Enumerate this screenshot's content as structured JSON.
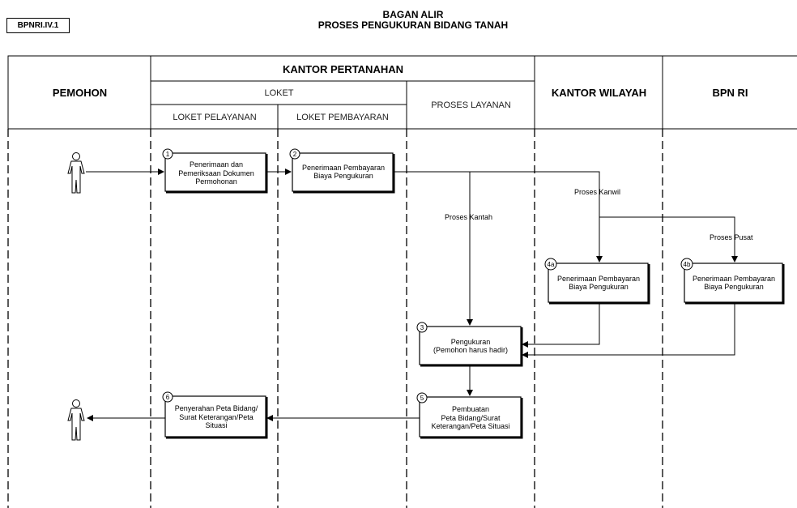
{
  "doc_code": "BPNRI.IV.1",
  "title_line1": "BAGAN ALIR",
  "title_line2": "PROSES PENGUKURAN BIDANG TANAH",
  "header": {
    "pemohon": "PEMOHON",
    "kantor_pertanahan": "KANTOR PERTANAHAN",
    "loket": "LOKET",
    "loket_pelayanan": "LOKET PELAYANAN",
    "loket_pembayaran": "LOKET PEMBAYARAN",
    "proses_layanan": "PROSES LAYANAN",
    "kantor_wilayah": "KANTOR WILAYAH",
    "bpn_ri": "BPN RI"
  },
  "steps": {
    "s1": {
      "num": "1",
      "line1": "Penerimaan dan",
      "line2": "Pemeriksaan Dokumen",
      "line3": "Permohonan"
    },
    "s2": {
      "num": "2",
      "line1": "Penerimaan Pembayaran",
      "line2": "Biaya Pengukuran"
    },
    "s3": {
      "num": "3",
      "line1": "Pengukuran",
      "line2": "(Pemohon harus hadir)"
    },
    "s4a": {
      "num": "4a",
      "line1": "Penerimaan Pembayaran",
      "line2": "Biaya Pengukuran"
    },
    "s4b": {
      "num": "4b",
      "line1": "Penerimaan Pembayaran",
      "line2": "Biaya Pengukuran"
    },
    "s5": {
      "num": "5",
      "line1": "Pembuatan",
      "line2": "Peta Bidang/Surat",
      "line3": "Keterangan/Peta Situasi"
    },
    "s6": {
      "num": "6",
      "line1": "Penyerahan Peta Bidang/",
      "line2": "Surat Keterangan/Peta",
      "line3": "Situasi"
    }
  },
  "flow_labels": {
    "kanwil": "Proses Kanwil",
    "kantah": "Proses Kantah",
    "pusat": "Proses Pusat"
  }
}
